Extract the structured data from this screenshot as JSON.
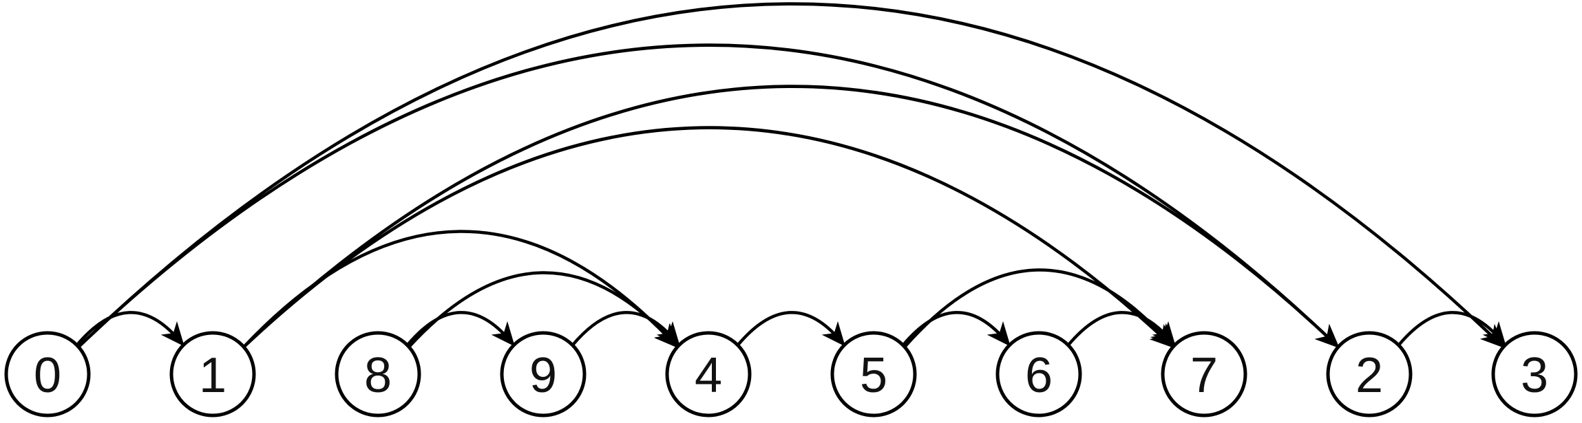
{
  "nodes": [
    {
      "id": "0",
      "label": "0"
    },
    {
      "id": "1",
      "label": "1"
    },
    {
      "id": "8",
      "label": "8"
    },
    {
      "id": "9",
      "label": "9"
    },
    {
      "id": "4",
      "label": "4"
    },
    {
      "id": "5",
      "label": "5"
    },
    {
      "id": "6",
      "label": "6"
    },
    {
      "id": "7",
      "label": "7"
    },
    {
      "id": "2",
      "label": "2"
    },
    {
      "id": "3",
      "label": "3"
    }
  ],
  "edges": [
    {
      "from": "0",
      "to": "1"
    },
    {
      "from": "0",
      "to": "2"
    },
    {
      "from": "0",
      "to": "3"
    },
    {
      "from": "1",
      "to": "2"
    },
    {
      "from": "1",
      "to": "4"
    },
    {
      "from": "1",
      "to": "7"
    },
    {
      "from": "8",
      "to": "9"
    },
    {
      "from": "8",
      "to": "4"
    },
    {
      "from": "9",
      "to": "4"
    },
    {
      "from": "4",
      "to": "5"
    },
    {
      "from": "5",
      "to": "6"
    },
    {
      "from": "5",
      "to": "7"
    },
    {
      "from": "6",
      "to": "7"
    },
    {
      "from": "2",
      "to": "3"
    }
  ],
  "colors": {
    "stroke": "#000000",
    "node_fill": "#ffffff",
    "label": "#111111",
    "background": "#ffffff"
  }
}
